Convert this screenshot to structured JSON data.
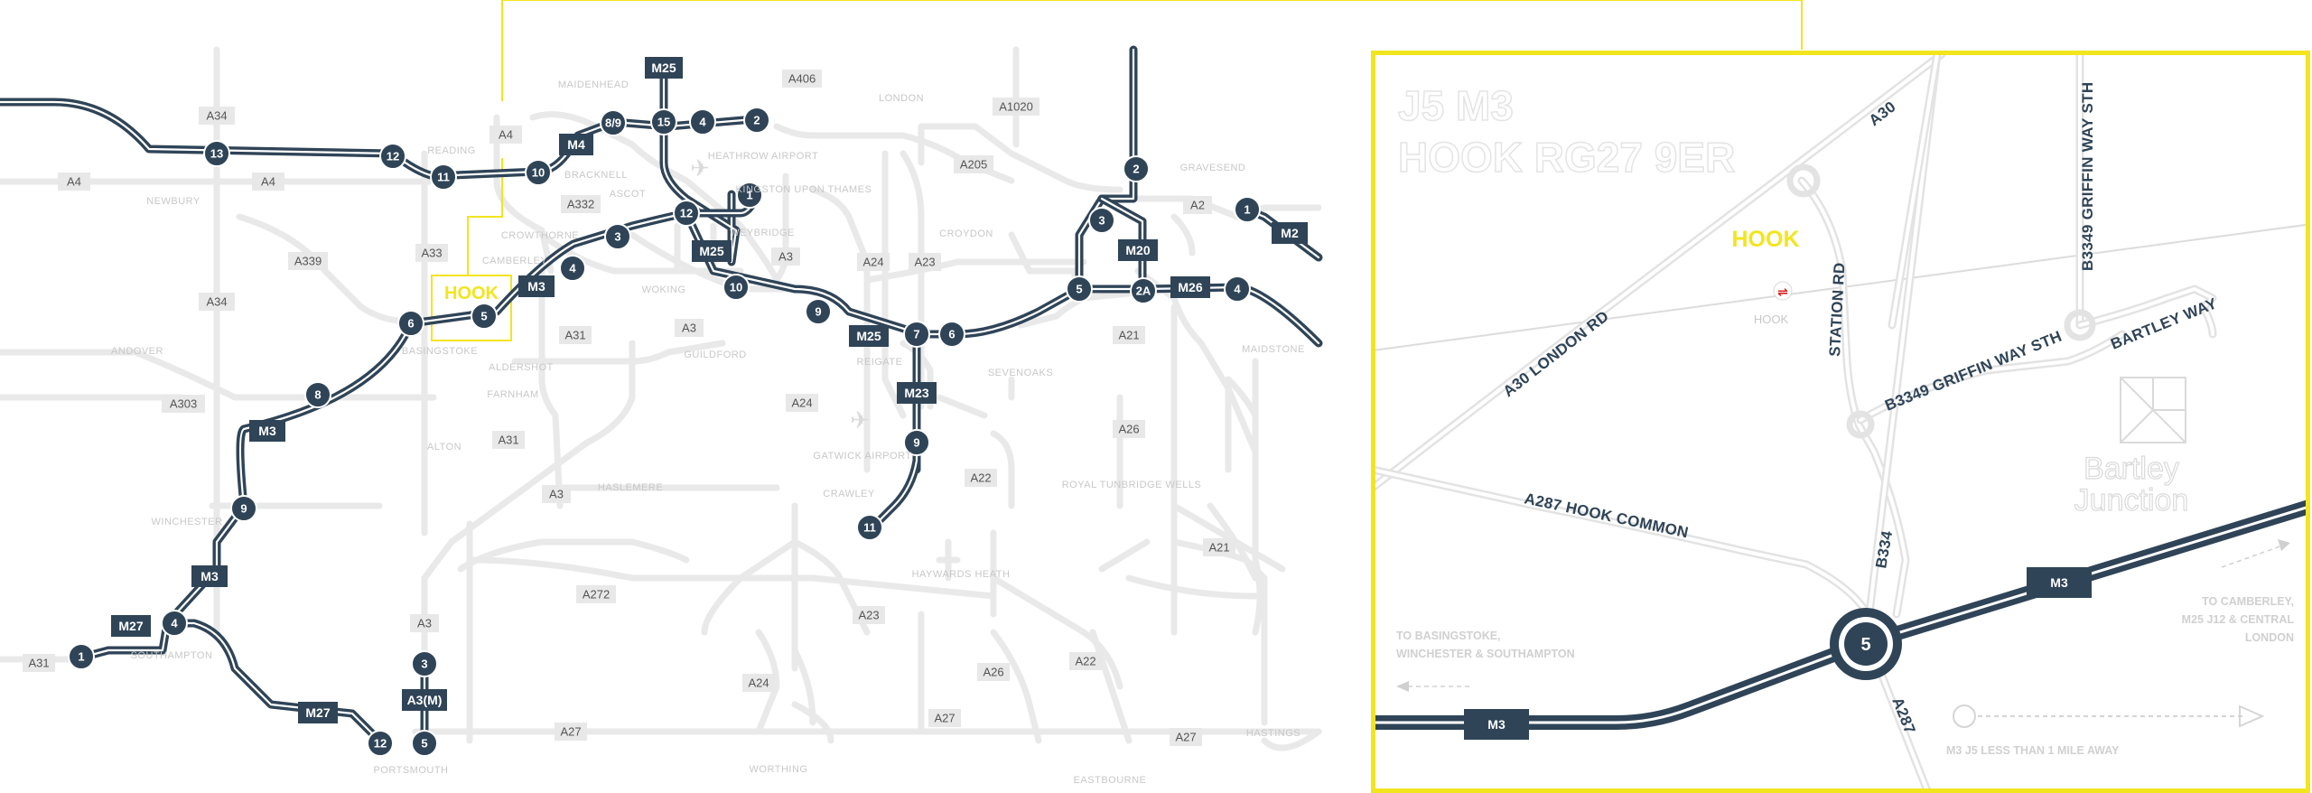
{
  "highlight_color": "#f2e51e",
  "motorway_color": "#2f4457",
  "overview": {
    "hook_label": "HOOK",
    "motorway_labels": [
      "M25",
      "M4",
      "M3",
      "M25",
      "M25",
      "M20",
      "M26",
      "M2",
      "M23",
      "M3",
      "M3",
      "M27",
      "M27",
      "A3(M)"
    ],
    "junctions": [
      "13",
      "12",
      "11",
      "10",
      "8/9",
      "15",
      "4",
      "2",
      "1",
      "3",
      "4",
      "5",
      "6",
      "12",
      "10",
      "9",
      "7",
      "6",
      "2",
      "3",
      "5",
      "2A",
      "4",
      "1",
      "8",
      "9",
      "4",
      "1",
      "12",
      "9",
      "11",
      "3",
      "5"
    ],
    "a_road_labels": [
      "A34",
      "A4",
      "A4",
      "A4",
      "A332",
      "A33",
      "A339",
      "A34",
      "A303",
      "A31",
      "A31",
      "A3",
      "A3",
      "A3",
      "A406",
      "A1020",
      "A205",
      "A3",
      "A24",
      "A23",
      "A2",
      "A21",
      "A26",
      "A22",
      "A24",
      "A23",
      "A272",
      "A24",
      "A26",
      "A22",
      "A27",
      "A27",
      "A27",
      "A21",
      "A31"
    ],
    "towns": [
      "NEWBURY",
      "READING",
      "MAIDENHEAD",
      "BRACKNELL",
      "ASCOT",
      "HEATHROW AIRPORT",
      "KINGSTON UPON THAMES",
      "LONDON",
      "CROWTHORNE",
      "CAMBERLEY",
      "WEYBRIDGE",
      "CROYDON",
      "GRAVESEND",
      "WOKING",
      "GUILDFORD",
      "REIGATE",
      "SEVENOAKS",
      "MAIDSTONE",
      "BASINGSTOKE",
      "ALDERSHOT",
      "FARNHAM",
      "ANDOVER",
      "ALTON",
      "HASLEMERE",
      "GATWICK AIRPORT",
      "CRAWLEY",
      "ROYAL TUNBRIDGE WELLS",
      "HAYWARDS HEATH",
      "WINCHESTER",
      "SOUTHAMPTON",
      "PORTSMOUTH",
      "WORTHING",
      "EASTBOURNE",
      "HASTINGS"
    ]
  },
  "inset": {
    "title_line1": "J5 M3",
    "title_line2": "HOOK RG27 9ER",
    "hook_label": "HOOK",
    "station_label": "HOOK",
    "roads": {
      "a30": "A30",
      "a30_london_rd": "A30 LONDON RD",
      "station_rd": "STATION RD",
      "b3349_sth": "B3349 GRIFFIN WAY STH",
      "b3349_griffin": "B3349 GRIFFIN WAY STH",
      "bartley_way": "BARTLEY WAY",
      "a287_hook_common": "A287 HOOK COMMON",
      "b334": "B334",
      "a287": "A287"
    },
    "m3_left": "M3",
    "m3_right": "M3",
    "junction": "5",
    "bartley_line1": "Bartley",
    "bartley_line2": "Junction",
    "to_basingstoke_1": "TO BASINGSTOKE,",
    "to_basingstoke_2": "WINCHESTER & SOUTHAMPTON",
    "to_camberley_1": "TO CAMBERLEY,",
    "to_camberley_2": "M25 J12 & CENTRAL",
    "to_camberley_3": "LONDON",
    "distance_note": "M3 J5 LESS THAN 1 MILE AWAY"
  }
}
